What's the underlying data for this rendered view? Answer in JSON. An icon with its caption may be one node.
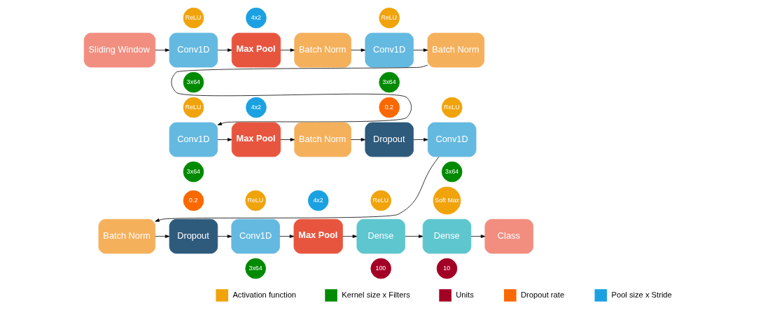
{
  "diagram": {
    "nodes": [
      {
        "text": [
          "Sliding Window"
        ]
      },
      {
        "text": [
          "Conv1D"
        ]
      },
      {
        "text": [
          "ReLU"
        ]
      },
      {
        "text": [
          "3x64"
        ]
      },
      {
        "text": [
          "Max Pool"
        ]
      },
      {
        "text": [
          "4x2"
        ]
      },
      {
        "text": [
          "Batch Norm"
        ]
      },
      {
        "text": [
          "Conv1D"
        ]
      },
      {
        "text": [
          "ReLU"
        ]
      },
      {
        "text": [
          "3x64"
        ]
      },
      {
        "text": [
          "Batch Norm"
        ]
      },
      {
        "text": [
          "Conv1D"
        ]
      },
      {
        "text": [
          "ReLU"
        ]
      },
      {
        "text": [
          "3x64"
        ]
      },
      {
        "text": [
          "Max Pool"
        ]
      },
      {
        "text": [
          "4x2"
        ]
      },
      {
        "text": [
          "Batch Norm"
        ]
      },
      {
        "text": [
          "Dropout"
        ]
      },
      {
        "text": [
          "0.2"
        ]
      },
      {
        "text": [
          "Conv1D"
        ]
      },
      {
        "text": [
          "ReLU"
        ]
      },
      {
        "text": [
          "3x64"
        ]
      },
      {
        "text": [
          "Batch Norm"
        ]
      },
      {
        "text": [
          "Dropout"
        ]
      },
      {
        "text": [
          "0.2"
        ]
      },
      {
        "text": [
          "Conv1D"
        ]
      },
      {
        "text": [
          "ReLU"
        ]
      },
      {
        "text": [
          "3x64"
        ]
      },
      {
        "text": [
          "Max Pool"
        ]
      },
      {
        "text": [
          "4x2"
        ]
      },
      {
        "text": [
          "Dense"
        ]
      },
      {
        "text": [
          "ReLU"
        ]
      },
      {
        "text": [
          "100"
        ]
      },
      {
        "text": [
          "Dense"
        ]
      },
      {
        "text": [
          "Soft Max"
        ]
      },
      {
        "text": [
          "10"
        ]
      },
      {
        "text": [
          "Class"
        ]
      }
    ],
    "edges": [
      {
        "from": 0,
        "to": 1,
        "arrow": "to"
      },
      {
        "from": 1,
        "to": 4,
        "arrow": "to"
      },
      {
        "from": 4,
        "to": 6,
        "arrow": "to"
      },
      {
        "from": 6,
        "to": 7,
        "arrow": "to"
      },
      {
        "from": 7,
        "to": 10,
        "arrow": "to"
      },
      {
        "from": 10,
        "to": 11,
        "arrow": "to"
      },
      {
        "from": 11,
        "to": 14,
        "arrow": "to"
      },
      {
        "from": 14,
        "to": 16,
        "arrow": "to"
      },
      {
        "from": 16,
        "to": 17,
        "arrow": "to"
      },
      {
        "from": 17,
        "to": 19,
        "arrow": "to"
      },
      {
        "from": 19,
        "to": 22,
        "arrow": "to"
      },
      {
        "from": 22,
        "to": 23,
        "arrow": "to"
      },
      {
        "from": 23,
        "to": 25,
        "arrow": "to"
      },
      {
        "from": 25,
        "to": 28,
        "arrow": "to"
      },
      {
        "from": 28,
        "to": 30,
        "arrow": "to"
      },
      {
        "from": 30,
        "to": 33,
        "arrow": "to"
      },
      {
        "from": 33,
        "to": 36,
        "arrow": "to"
      }
    ],
    "legend": [
      {
        "text": "Activation function",
        "color": "#f0a30a"
      },
      {
        "text": "Kernel size x Filters",
        "color": "#008a00"
      },
      {
        "text": "Units",
        "color": "#a20025"
      },
      {
        "text": "Dropout rate",
        "color": "#fa6800"
      },
      {
        "text": "Pool size x Stride",
        "color": "#1ba1e2"
      }
    ]
  }
}
